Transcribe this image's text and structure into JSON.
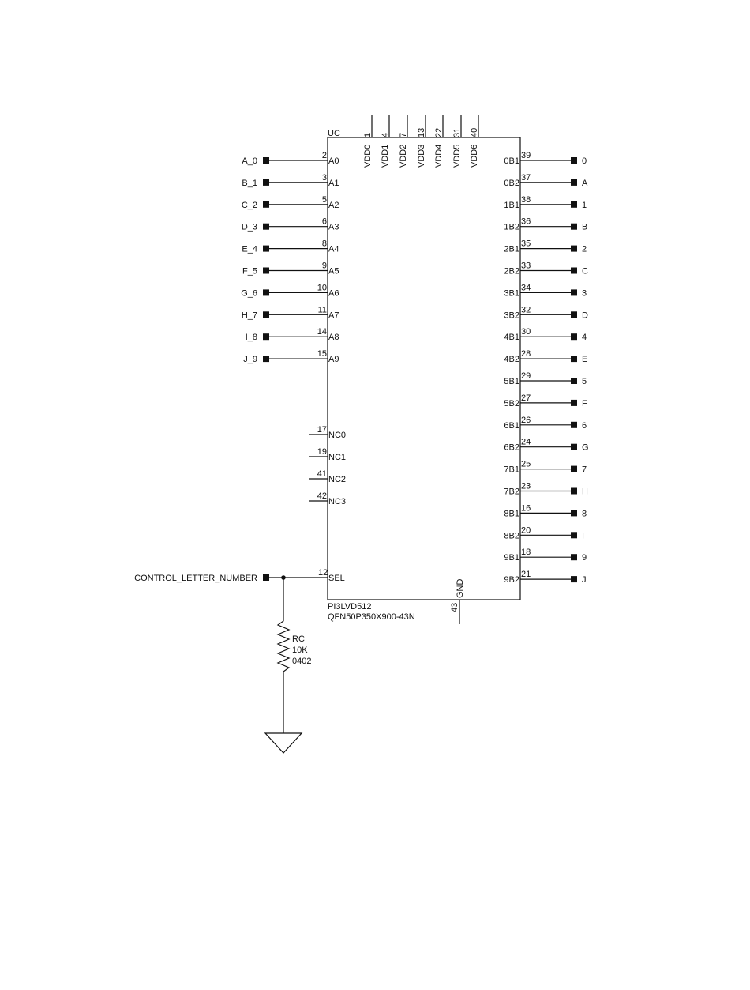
{
  "schematic": {
    "component": {
      "refdes": "UC",
      "part": "PI3LVD512",
      "package": "QFN50P350X900-43N"
    },
    "resistor": {
      "refdes": "RC",
      "value": "10K",
      "size": "0402"
    },
    "power_pins": [
      {
        "name": "VDD0",
        "num": "1"
      },
      {
        "name": "VDD1",
        "num": "4"
      },
      {
        "name": "VDD2",
        "num": "7"
      },
      {
        "name": "VDD3",
        "num": "13"
      },
      {
        "name": "VDD4",
        "num": "22"
      },
      {
        "name": "VDD5",
        "num": "31"
      },
      {
        "name": "VDD6",
        "num": "40"
      }
    ],
    "left_pins": [
      {
        "net": "A_0",
        "pin": "A0",
        "num": "2"
      },
      {
        "net": "B_1",
        "pin": "A1",
        "num": "3"
      },
      {
        "net": "C_2",
        "pin": "A2",
        "num": "5"
      },
      {
        "net": "D_3",
        "pin": "A3",
        "num": "6"
      },
      {
        "net": "E_4",
        "pin": "A4",
        "num": "8"
      },
      {
        "net": "F_5",
        "pin": "A5",
        "num": "9"
      },
      {
        "net": "G_6",
        "pin": "A6",
        "num": "10"
      },
      {
        "net": "H_7",
        "pin": "A7",
        "num": "11"
      },
      {
        "net": "I_8",
        "pin": "A8",
        "num": "14"
      },
      {
        "net": "J_9",
        "pin": "A9",
        "num": "15"
      }
    ],
    "nc_pins": [
      {
        "pin": "NC0",
        "num": "17"
      },
      {
        "pin": "NC1",
        "num": "19"
      },
      {
        "pin": "NC2",
        "num": "41"
      },
      {
        "pin": "NC3",
        "num": "42"
      }
    ],
    "sel_pin": {
      "net": "CONTROL_LETTER_NUMBER",
      "pin": "SEL",
      "num": "12"
    },
    "gnd_pin": {
      "pin": "GND",
      "num": "43"
    },
    "right_pins": [
      {
        "pin": "0B1",
        "num": "39",
        "net": "0"
      },
      {
        "pin": "0B2",
        "num": "37",
        "net": "A"
      },
      {
        "pin": "1B1",
        "num": "38",
        "net": "1"
      },
      {
        "pin": "1B2",
        "num": "36",
        "net": "B"
      },
      {
        "pin": "2B1",
        "num": "35",
        "net": "2"
      },
      {
        "pin": "2B2",
        "num": "33",
        "net": "C"
      },
      {
        "pin": "3B1",
        "num": "34",
        "net": "3"
      },
      {
        "pin": "3B2",
        "num": "32",
        "net": "D"
      },
      {
        "pin": "4B1",
        "num": "30",
        "net": "4"
      },
      {
        "pin": "4B2",
        "num": "28",
        "net": "E"
      },
      {
        "pin": "5B1",
        "num": "29",
        "net": "5"
      },
      {
        "pin": "5B2",
        "num": "27",
        "net": "F"
      },
      {
        "pin": "6B1",
        "num": "26",
        "net": "6"
      },
      {
        "pin": "6B2",
        "num": "24",
        "net": "G"
      },
      {
        "pin": "7B1",
        "num": "25",
        "net": "7"
      },
      {
        "pin": "7B2",
        "num": "23",
        "net": "H"
      },
      {
        "pin": "8B1",
        "num": "16",
        "net": "8"
      },
      {
        "pin": "8B2",
        "num": "20",
        "net": "I"
      },
      {
        "pin": "9B1",
        "num": "18",
        "net": "9"
      },
      {
        "pin": "9B2",
        "num": "21",
        "net": "J"
      }
    ]
  },
  "colors": {
    "line": "#111111",
    "footer_rule": "#9a9a9a",
    "background": "#ffffff"
  }
}
